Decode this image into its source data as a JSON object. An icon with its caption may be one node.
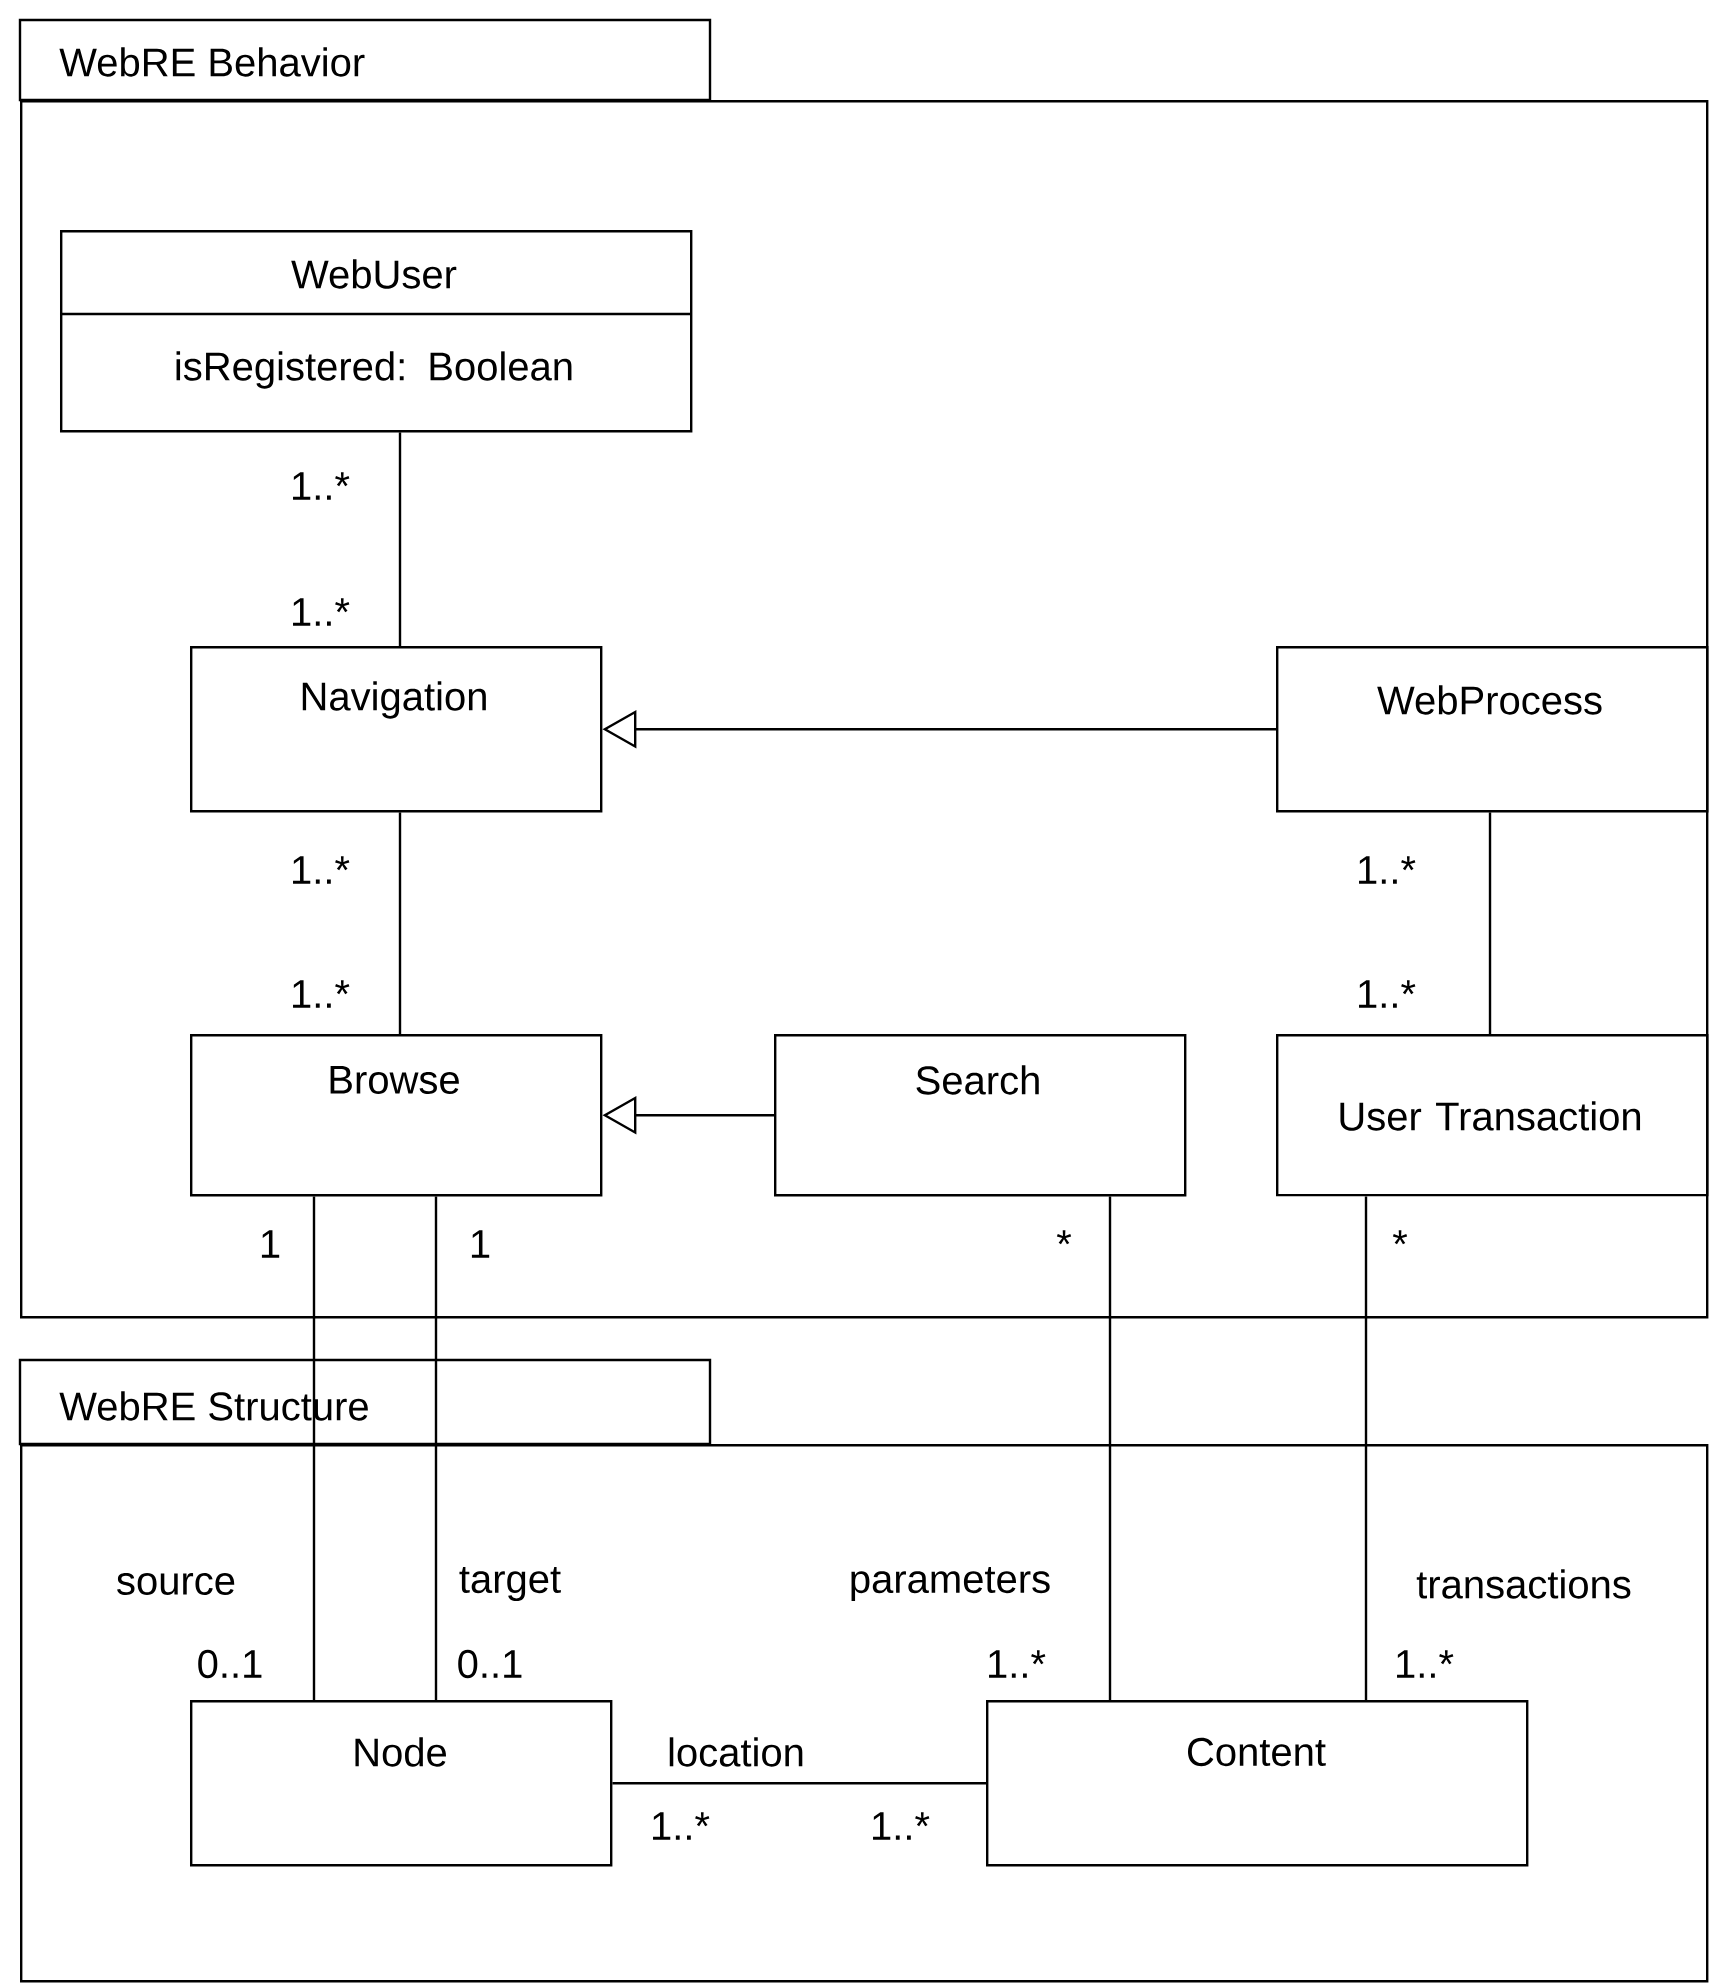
{
  "diagram": {
    "nodes": [
      {
        "text": [
          "WebRE Behavior"
        ]
      },
      {
        "text": [
          "WebUser",
          "isRegistered: Boolean"
        ],
        "in": 0
      },
      {
        "text": [
          "Navigation"
        ],
        "in": 0
      },
      {
        "text": [
          "WebProcess"
        ],
        "in": 0
      },
      {
        "text": [
          "Browse"
        ],
        "in": 0
      },
      {
        "text": [
          "Search"
        ],
        "in": 0
      },
      {
        "text": [
          "User Transaction"
        ],
        "in": 0
      },
      {
        "text": [
          "WebRE Structure"
        ]
      },
      {
        "text": [
          "Node"
        ],
        "in": 7
      },
      {
        "text": [
          "Content"
        ],
        "in": 7
      }
    ],
    "edges": [
      {
        "from": 1,
        "to": 2,
        "arrow": "none"
      },
      {
        "from": 3,
        "to": 2,
        "arrow": "to"
      },
      {
        "from": 2,
        "to": 4,
        "arrow": "none"
      },
      {
        "from": 3,
        "to": 6,
        "arrow": "none"
      },
      {
        "from": 5,
        "to": 4,
        "arrow": "to"
      },
      {
        "from": 4,
        "to": 8,
        "arrow": "none"
      },
      {
        "from": 4,
        "to": 8,
        "arrow": "none"
      },
      {
        "from": 5,
        "to": 9,
        "arrow": "none"
      },
      {
        "from": 6,
        "to": 9,
        "arrow": "none"
      },
      {
        "from": 8,
        "to": 9,
        "arrow": "none",
        "label": "location"
      }
    ],
    "labels": [
      "1..*",
      "1..*",
      "1..*",
      "1..*",
      "1..*",
      "1..*",
      "1",
      "1",
      "*",
      "*",
      "source",
      "target",
      "parameters",
      "transactions",
      "0..1",
      "0..1",
      "1..*",
      "1..*",
      "1..*",
      "1..*"
    ]
  }
}
